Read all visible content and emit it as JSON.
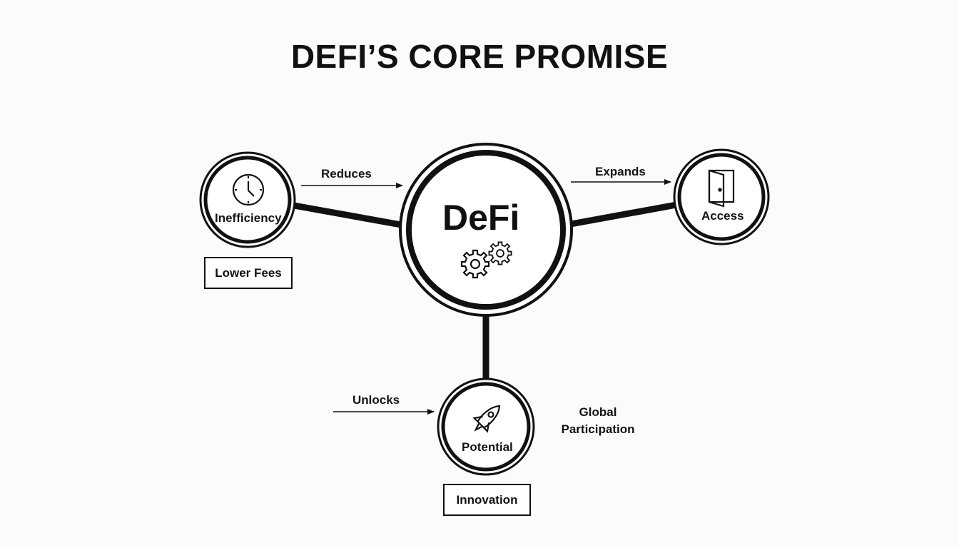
{
  "title": "DEFI’S CORE PROMISE",
  "center": {
    "label": "DeFi",
    "icon": "gears-icon"
  },
  "nodes": {
    "left": {
      "label": "Inefficiency",
      "icon": "clock-icon",
      "connector_label": "Reduces",
      "box_label": "Lower Fees"
    },
    "right": {
      "label": "Access",
      "icon": "door-icon",
      "connector_label": "Expands"
    },
    "bottom": {
      "label": "Potential",
      "icon": "rocket-icon",
      "connector_label": "Unlocks",
      "box_label": "Innovation",
      "side_label_line1": "Global",
      "side_label_line2": "Participation"
    }
  },
  "colors": {
    "stroke": "#111111",
    "background": "#fbfbfb"
  }
}
